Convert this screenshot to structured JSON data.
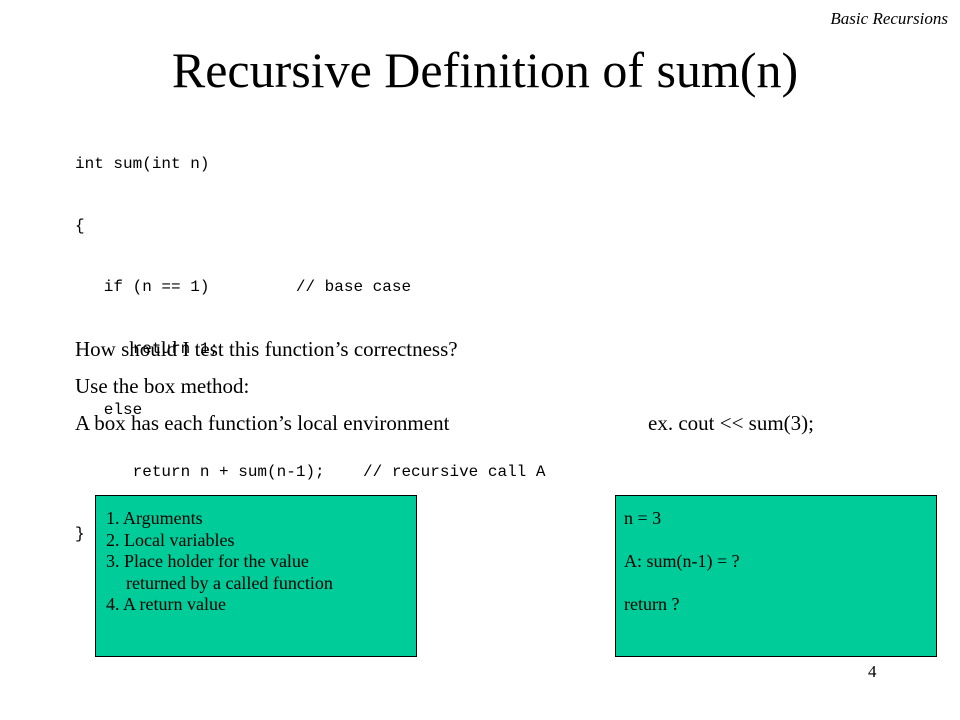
{
  "header": {
    "tag": "Basic Recursions"
  },
  "title": "Recursive Definition of sum(n)",
  "code": {
    "lines": [
      "int sum(int n)",
      "{",
      "   if (n == 1)         // base case",
      "      return 1;",
      "   else",
      "      return n + sum(n-1);    // recursive call A",
      "}"
    ]
  },
  "body": {
    "question": "How should I test this function’s correctness?",
    "method": "Use the box method:",
    "box_desc": "A box has each function’s local environment",
    "example": "ex. cout << sum(3);"
  },
  "left_box": {
    "items": [
      "1. Arguments",
      "2. Local variables",
      "3. Place holder for the value",
      "returned by a called function",
      "4. A return value"
    ]
  },
  "right_box": {
    "line1": "n = 3",
    "line2": "A: sum(n-1) = ?",
    "line3": "return ?"
  },
  "page_number": "4",
  "colors": {
    "box_fill": "#00CC99"
  }
}
